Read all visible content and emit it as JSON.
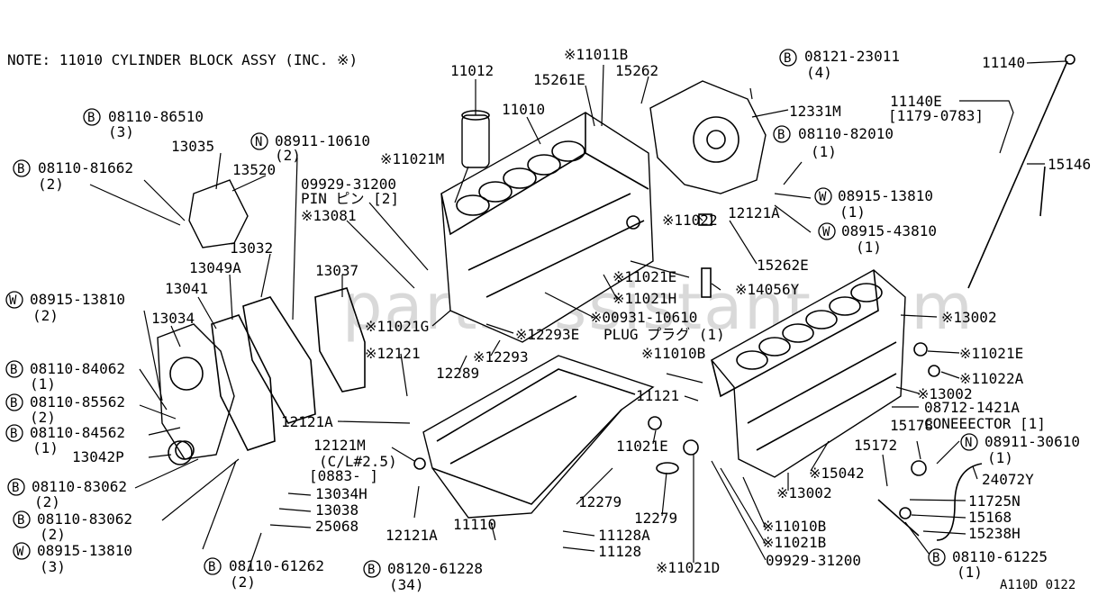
{
  "note": "NOTE: 11010 CYLINDER BLOCK ASSY (INC. ※)",
  "watermark": "partsassistant.com",
  "diagram_code": "A110D 0122",
  "labels": {
    "l11012": "11012",
    "l11011b": "※11011B",
    "l15261e": "15261E",
    "l15262": "15262",
    "l11010": "11010",
    "l11021m": "※11021M",
    "l09929a": "09929-31200",
    "lpin": "PIN ピン [2]",
    "l13081": "※13081",
    "l13037": "13037",
    "l13032": "13032",
    "l13049a": "13049A",
    "l13041": "13041",
    "l13034": "13034",
    "l13035": "13035",
    "l13520": "13520",
    "l13042p": "13042P",
    "l13034h": "13034H",
    "l13038": "13038",
    "l25068": "25068",
    "l12121m": "12121M",
    "lcl": "(C/L#2.5)",
    "l0883": "[0883-    ]",
    "l12121a_b": "12121A",
    "l11110": "11110",
    "l12279a": "12279",
    "l12279b": "12279",
    "l11128a": "11128A",
    "l11128": "11128",
    "l11021d": "※11021D",
    "l09929b": "09929-31200",
    "l11021b": "※11021B",
    "l11010b_a": "※11010B",
    "l13002c": "※13002",
    "l15042": "※15042",
    "l11121": "11121",
    "l11010b_b": "※11010B",
    "l11021e_b": "11021E",
    "l12121a_m": "12121A",
    "l12121": "※12121",
    "l11021g": "※11021G",
    "l12293": "※12293",
    "l12289": "12289",
    "l12293e": "※12293E",
    "lplug": "PLUG プラグ (1)",
    "l00931": "※00931-10610",
    "l11021h": "※11021H",
    "l11021e_a": "※11021E",
    "l14056y": "※14056Y",
    "l11022": "※11022",
    "l12121a_t": "12121A",
    "l15262e": "15262E",
    "l12331m": "12331M",
    "l11140": "11140",
    "l11140e": "11140E",
    "l1179": "[1179-0783]",
    "l15146": "15146",
    "l13002a": "※13002",
    "l11021e_c": "※11021E",
    "l11022a": "※11022A",
    "l13002b": "※13002",
    "l08712": "08712-1421A",
    "lconn": "CONEEECTOR [1]",
    "l15178": "15178",
    "l15172": "15172",
    "l24072y": "24072Y",
    "l11725n": "11725N",
    "l15168": "15168",
    "l15238h": "15238H"
  },
  "callouts": [
    {
      "mark": "B",
      "part": "08121-23011",
      "qty": "(4)"
    },
    {
      "mark": "B",
      "part": "08110-82010",
      "qty": "(1)"
    },
    {
      "mark": "W",
      "part": "08915-13810",
      "qty": "(1)"
    },
    {
      "mark": "W",
      "part": "08915-43810",
      "qty": "(1)"
    },
    {
      "mark": "B",
      "part": "08110-86510",
      "qty": "(3)"
    },
    {
      "mark": "N",
      "part": "08911-10610",
      "qty": "(2)"
    },
    {
      "mark": "B",
      "part": "08110-81662",
      "qty": "(2)"
    },
    {
      "mark": "W",
      "part": "08915-13810",
      "qty": "(2)"
    },
    {
      "mark": "B",
      "part": "08110-84062",
      "qty": "(1)"
    },
    {
      "mark": "B",
      "part": "08110-85562",
      "qty": "(2)"
    },
    {
      "mark": "B",
      "part": "08110-84562",
      "qty": "(1)"
    },
    {
      "mark": "B",
      "part": "08110-83062",
      "qty": "(2)"
    },
    {
      "mark": "B",
      "part": "08110-83062",
      "qty": "(2)"
    },
    {
      "mark": "W",
      "part": "08915-13810",
      "qty": "(3)"
    },
    {
      "mark": "B",
      "part": "08110-61262",
      "qty": "(2)"
    },
    {
      "mark": "B",
      "part": "08120-61228",
      "qty": "(34)"
    },
    {
      "mark": "N",
      "part": "08911-30610",
      "qty": "(1)"
    },
    {
      "mark": "B",
      "part": "08110-61225",
      "qty": "(1)"
    }
  ]
}
